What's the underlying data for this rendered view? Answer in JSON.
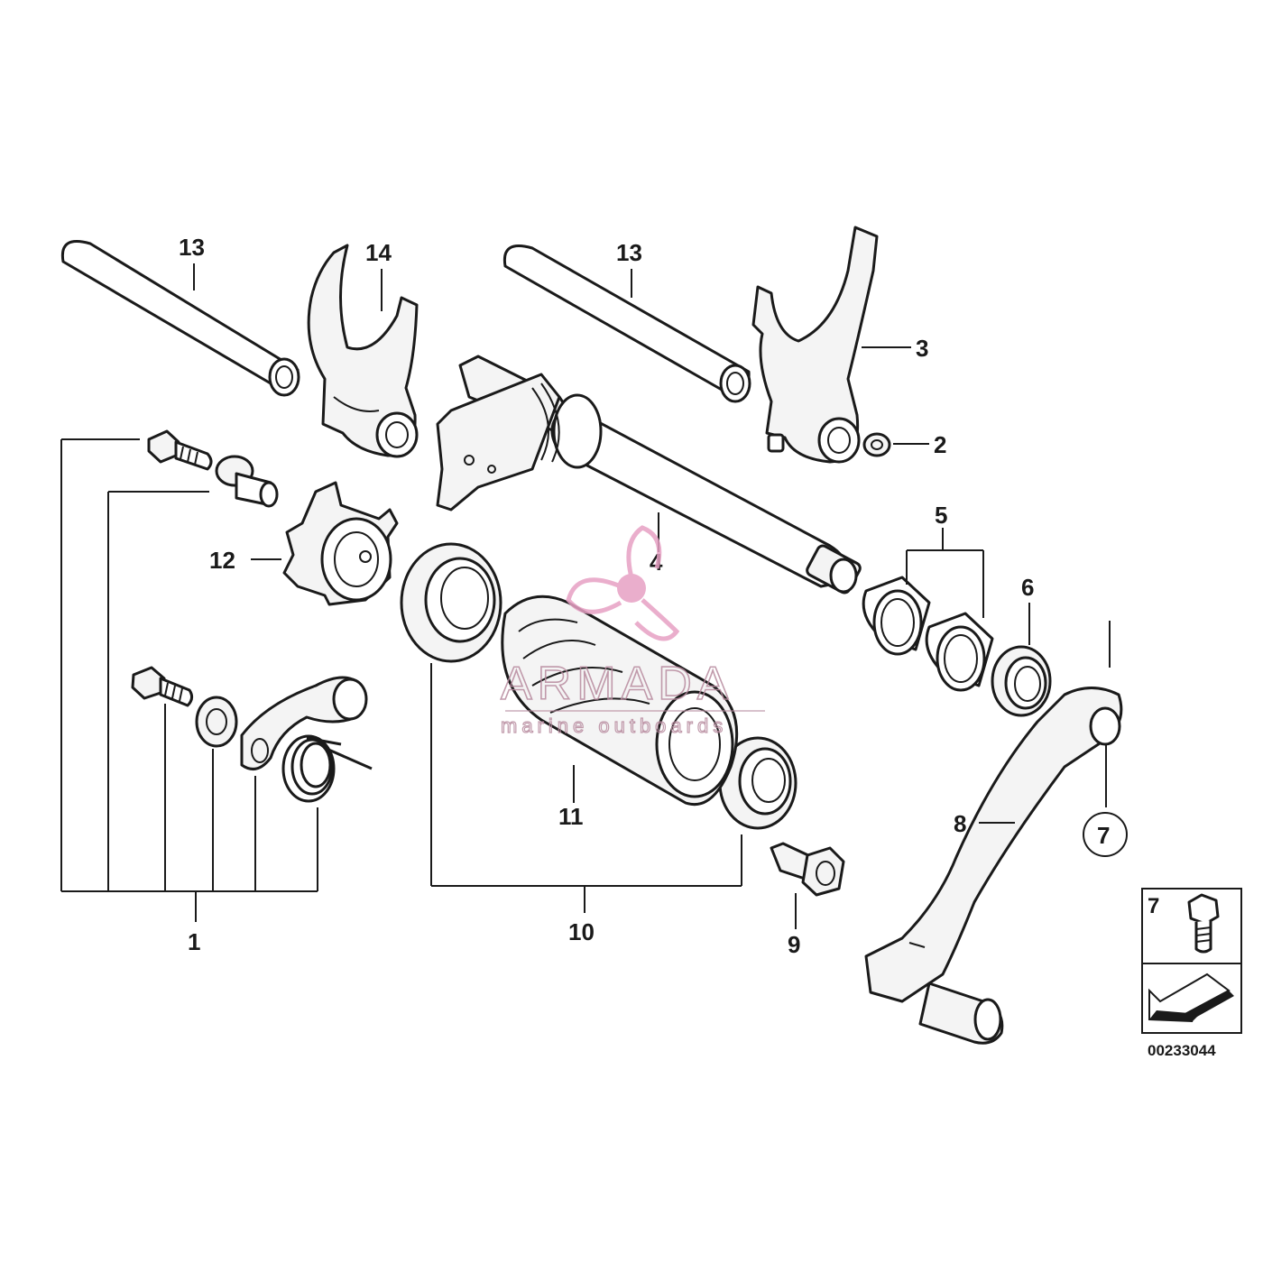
{
  "labels": {
    "l1": "1",
    "l2": "2",
    "l3": "3",
    "l4": "4",
    "l5": "5",
    "l6": "6",
    "l7": "7",
    "l8": "8",
    "l9": "9",
    "l10": "10",
    "l11": "11",
    "l12": "12",
    "l13a": "13",
    "l13b": "13",
    "l14": "14"
  },
  "legend": {
    "number": "7",
    "icon": "hex-bolt-icon"
  },
  "diagram_id": "00233044",
  "watermark": {
    "brand": "ARMADA",
    "tagline": "marine outboards",
    "color": "#e7a0c4"
  }
}
